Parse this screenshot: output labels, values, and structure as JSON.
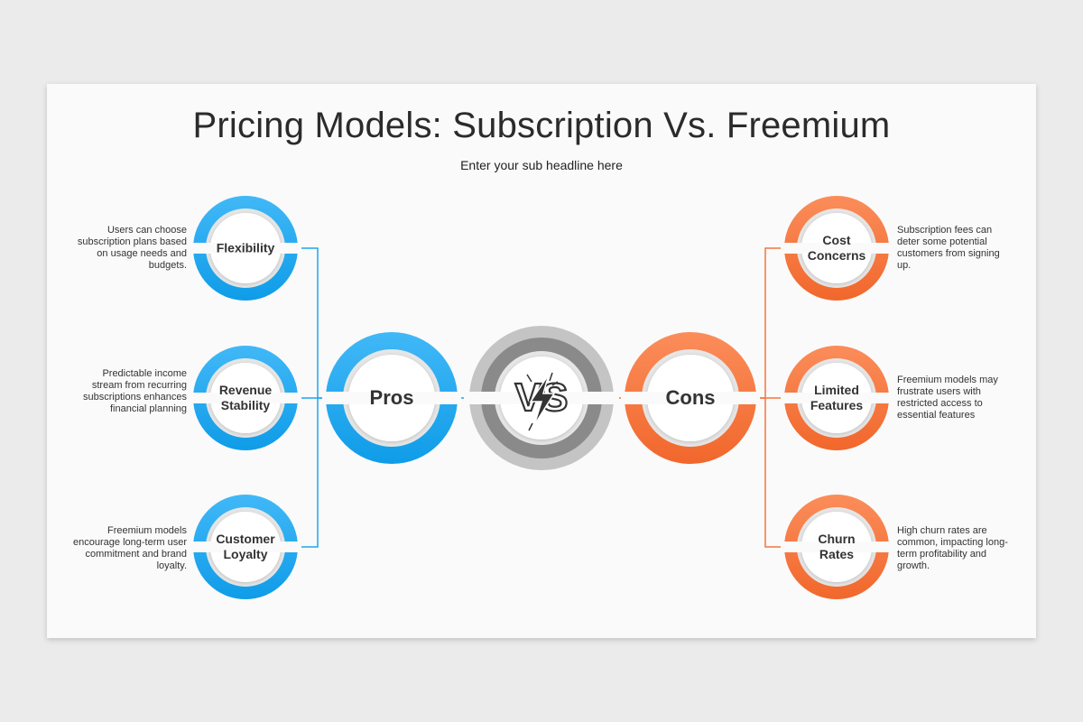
{
  "title": "Pricing Models: Subscription Vs. Freemium",
  "subtitle": "Enter your sub headline here",
  "colors": {
    "pros_accent": "#1aa7f2",
    "cons_accent": "#f6753b",
    "vs_accent": "#8a8a8a"
  },
  "center": {
    "pros_label": "Pros",
    "cons_label": "Cons",
    "vs_icon": "vs-lightning-icon"
  },
  "pros": [
    {
      "label_line1": "Flexibility",
      "label_line2": "",
      "description": "Users can choose subscription plans based on usage needs and budgets."
    },
    {
      "label_line1": "Revenue",
      "label_line2": "Stability",
      "description": "Predictable income stream from recurring subscriptions enhances financial planning"
    },
    {
      "label_line1": "Customer",
      "label_line2": "Loyalty",
      "description": "Freemium models encourage long-term user commitment and brand loyalty."
    }
  ],
  "cons": [
    {
      "label_line1": "Cost",
      "label_line2": "Concerns",
      "description": "Subscription fees can deter some potential customers from signing up."
    },
    {
      "label_line1": "Limited",
      "label_line2": "Features",
      "description": "Freemium models may frustrate users with restricted access to essential features"
    },
    {
      "label_line1": "Churn",
      "label_line2": "Rates",
      "description": "High churn rates are common, impacting long-term profitability and growth."
    }
  ]
}
